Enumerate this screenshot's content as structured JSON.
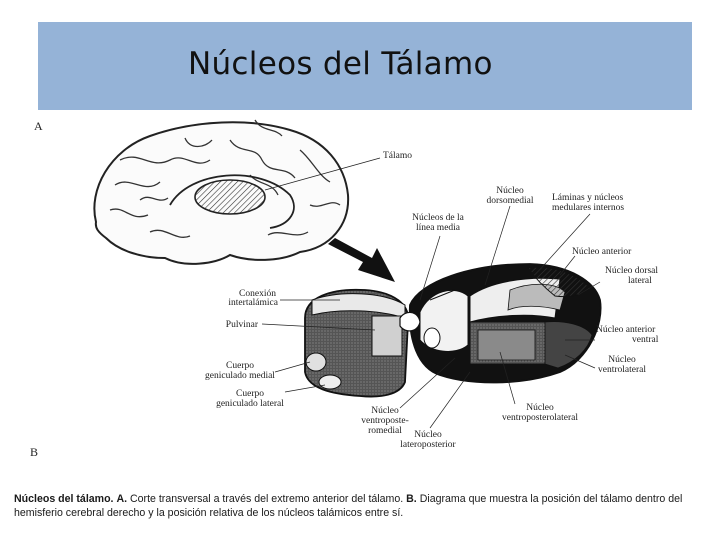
{
  "slide": {
    "title": "Núcleos del Tálamo"
  },
  "figure": {
    "panel_letter_top": "A",
    "panel_letter_bottom": "B",
    "labels": {
      "talamo": "Tálamo",
      "nucleo_dorsomedial_1": "Núcleo",
      "nucleo_dorsomedial_2": "dorsomedial",
      "laminas_1": "Láminas y núcleos",
      "laminas_2": "medulares internos",
      "linea_media_1": "Núcleos de la",
      "linea_media_2": "línea media",
      "nucleo_anterior": "Núcleo anterior",
      "dorsal_lateral_1": "Núcleo dorsal",
      "dorsal_lateral_2": "lateral",
      "conexion_1": "Conexión",
      "conexion_2": "intertalámica",
      "pulvinar": "Pulvinar",
      "anterior_ventral_1": "Núcleo anterior",
      "anterior_ventral_2": "ventral",
      "geniculado_medial_1": "Cuerpo",
      "geniculado_medial_2": "geniculado medial",
      "ventrolateral_1": "Núcleo",
      "ventrolateral_2": "ventrolateral",
      "geniculado_lateral_1": "Cuerpo",
      "geniculado_lateral_2": "geniculado lateral",
      "vpm_1": "Núcleo",
      "vpm_2": "ventroposte-",
      "vpm_3": "romedial",
      "vpl_1": "Núcleo",
      "vpl_2": "ventroposterolateral",
      "lateroposterior_1": "Núcleo",
      "lateroposterior_2": "lateroposterior"
    }
  },
  "caption": {
    "heading": "Núcleos del tálamo.",
    "part_a_letter": "A.",
    "part_a_text": "Corte transversal a través del extremo anterior del tálamo.",
    "part_b_letter": "B.",
    "part_b_text": "Diagrama que muestra la posición del tálamo dentro del hemisferio cerebral derecho y la posición relativa de los núcleos talámicos entre sí."
  }
}
